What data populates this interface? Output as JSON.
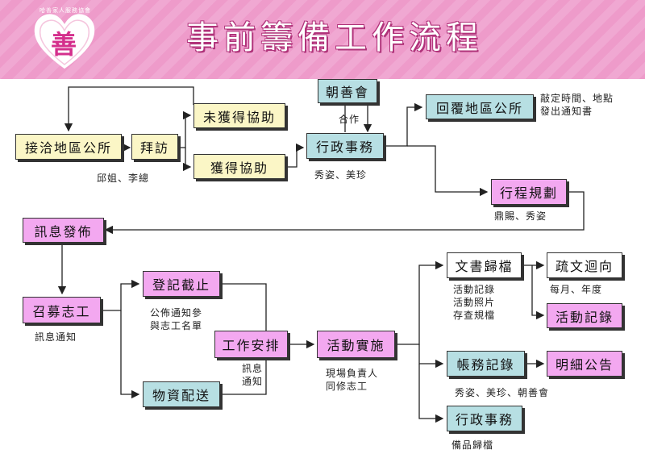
{
  "header": {
    "title": "事前籌備工作流程",
    "logo_text": "哈善家人服務協會",
    "logo_char": "善"
  },
  "nodes": {
    "jieqia": "接洽地區公所",
    "baifang": "拜訪",
    "weihuode": "未獲得協助",
    "huode": "獲得協助",
    "zhaoshan": "朝善會",
    "xingzheng1": "行政事務",
    "huifu": "回覆地區公所",
    "xingcheng": "行程規劃",
    "xunxi": "訊息發佈",
    "zhaomu": "召募志工",
    "dengji": "登記截止",
    "wuzi": "物資配送",
    "gongzuo": "工作安排",
    "huodong": "活動實施",
    "wenshu": "文書歸檔",
    "shuwen": "疏文迴向",
    "huodong_jilu": "活動記錄",
    "zhangwu": "帳務記錄",
    "mingxi": "明細公告",
    "xingzheng2": "行政事務"
  },
  "notes": {
    "qiu_li": "邱姐、李總",
    "hezuo": "合作",
    "xiu_mei1": "秀姿、美珍",
    "huifu_note": "敲定時間、地點\n發出通知書",
    "ding_xiu": "鼎賜、秀姿",
    "xunxi_tongzhi": "訊息通知",
    "gongbu": "公佈通知參\n與志工名單",
    "xunxi_tongzhi2": "訊息\n通知",
    "xianchang": "現場負責人\n同修志工",
    "wenshu_note": "活動記錄\n活動照片\n存查規檔",
    "meiyue": "每月、年度",
    "zhangwu_note": "秀姿、美珍、朝善會",
    "beipin": "備品歸檔"
  },
  "colors": {
    "yellow": "#fbf6c6",
    "pink": "#f3a8f0",
    "blue": "#b7dfe3",
    "white": "#ffffff",
    "header": "#ee9bca"
  }
}
